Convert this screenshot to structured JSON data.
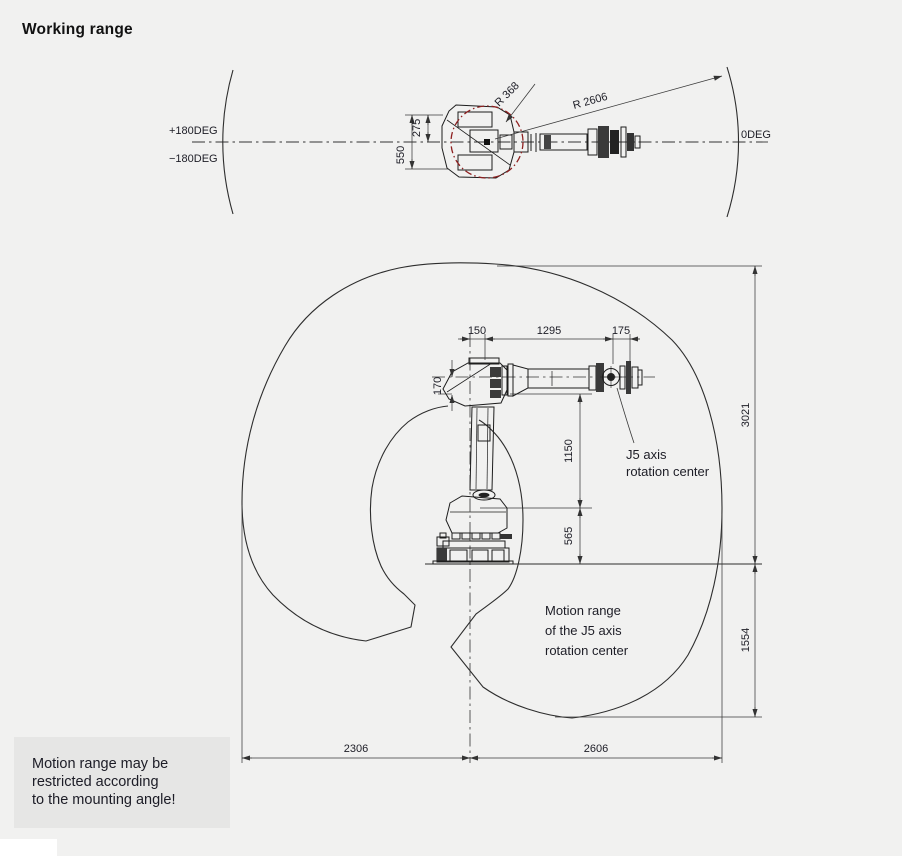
{
  "title": "Working range",
  "colors": {
    "background": "#f1f1f0",
    "note_background": "#e6e6e5",
    "drawing_line": "#222222",
    "dimension_line": "#3a3a3a",
    "accent_red": "#8e2020",
    "text": "#15151c"
  },
  "top_view": {
    "label_plus_180": "+180DEG",
    "label_minus_180": "−180DEG",
    "label_zero_deg": "0DEG",
    "dim_275": "275",
    "dim_550": "550",
    "radius_wrist_circle": "R 368",
    "radius_reach": "R 2606"
  },
  "side_view": {
    "dims": {
      "d150": "150",
      "d1295": "1295",
      "d175": "175",
      "d170": "170",
      "d1150": "1150",
      "d565": "565",
      "d3021": "3021",
      "d1554": "1554",
      "d2306": "2306",
      "d2606": "2606"
    },
    "j5_label": {
      "line1": "J5 axis",
      "line2": "rotation center"
    },
    "motion_label": {
      "line1": "Motion range",
      "line2": "of the J5 axis",
      "line3": "rotation center"
    }
  },
  "note": {
    "line1": "Motion range may be",
    "line2": "restricted according",
    "line3": "to the mounting angle!"
  }
}
